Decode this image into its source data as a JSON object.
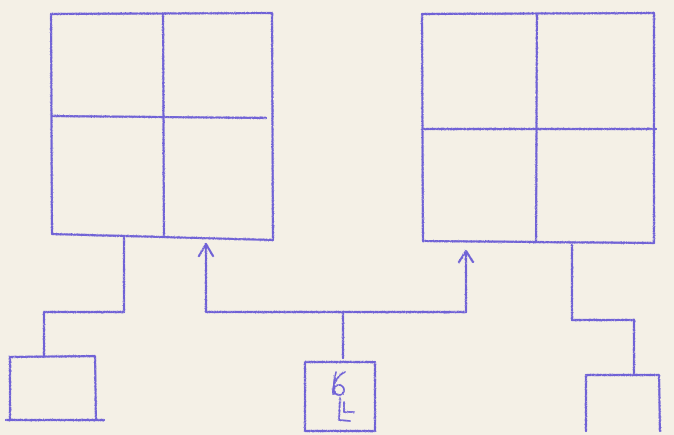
{
  "diagram": {
    "ink_color": "#6f62d6",
    "paper_color": "#f4f0e6",
    "nodes": [
      {
        "id": "left-window-panel",
        "shape": "four-pane grid"
      },
      {
        "id": "right-window-panel",
        "shape": "four-pane grid"
      },
      {
        "id": "left-base-box",
        "shape": "open box"
      },
      {
        "id": "center-figure-box",
        "shape": "box with stick figure"
      },
      {
        "id": "right-base-box",
        "shape": "open box"
      }
    ],
    "connections": [
      {
        "from": "left-base-box",
        "to": "left-window-panel",
        "type": "line"
      },
      {
        "from": "center-figure-box",
        "to": "left-window-panel",
        "type": "arrow"
      },
      {
        "from": "center-figure-box",
        "to": "right-window-panel",
        "type": "arrow"
      },
      {
        "from": "right-base-box",
        "to": "right-window-panel",
        "type": "line"
      }
    ]
  }
}
